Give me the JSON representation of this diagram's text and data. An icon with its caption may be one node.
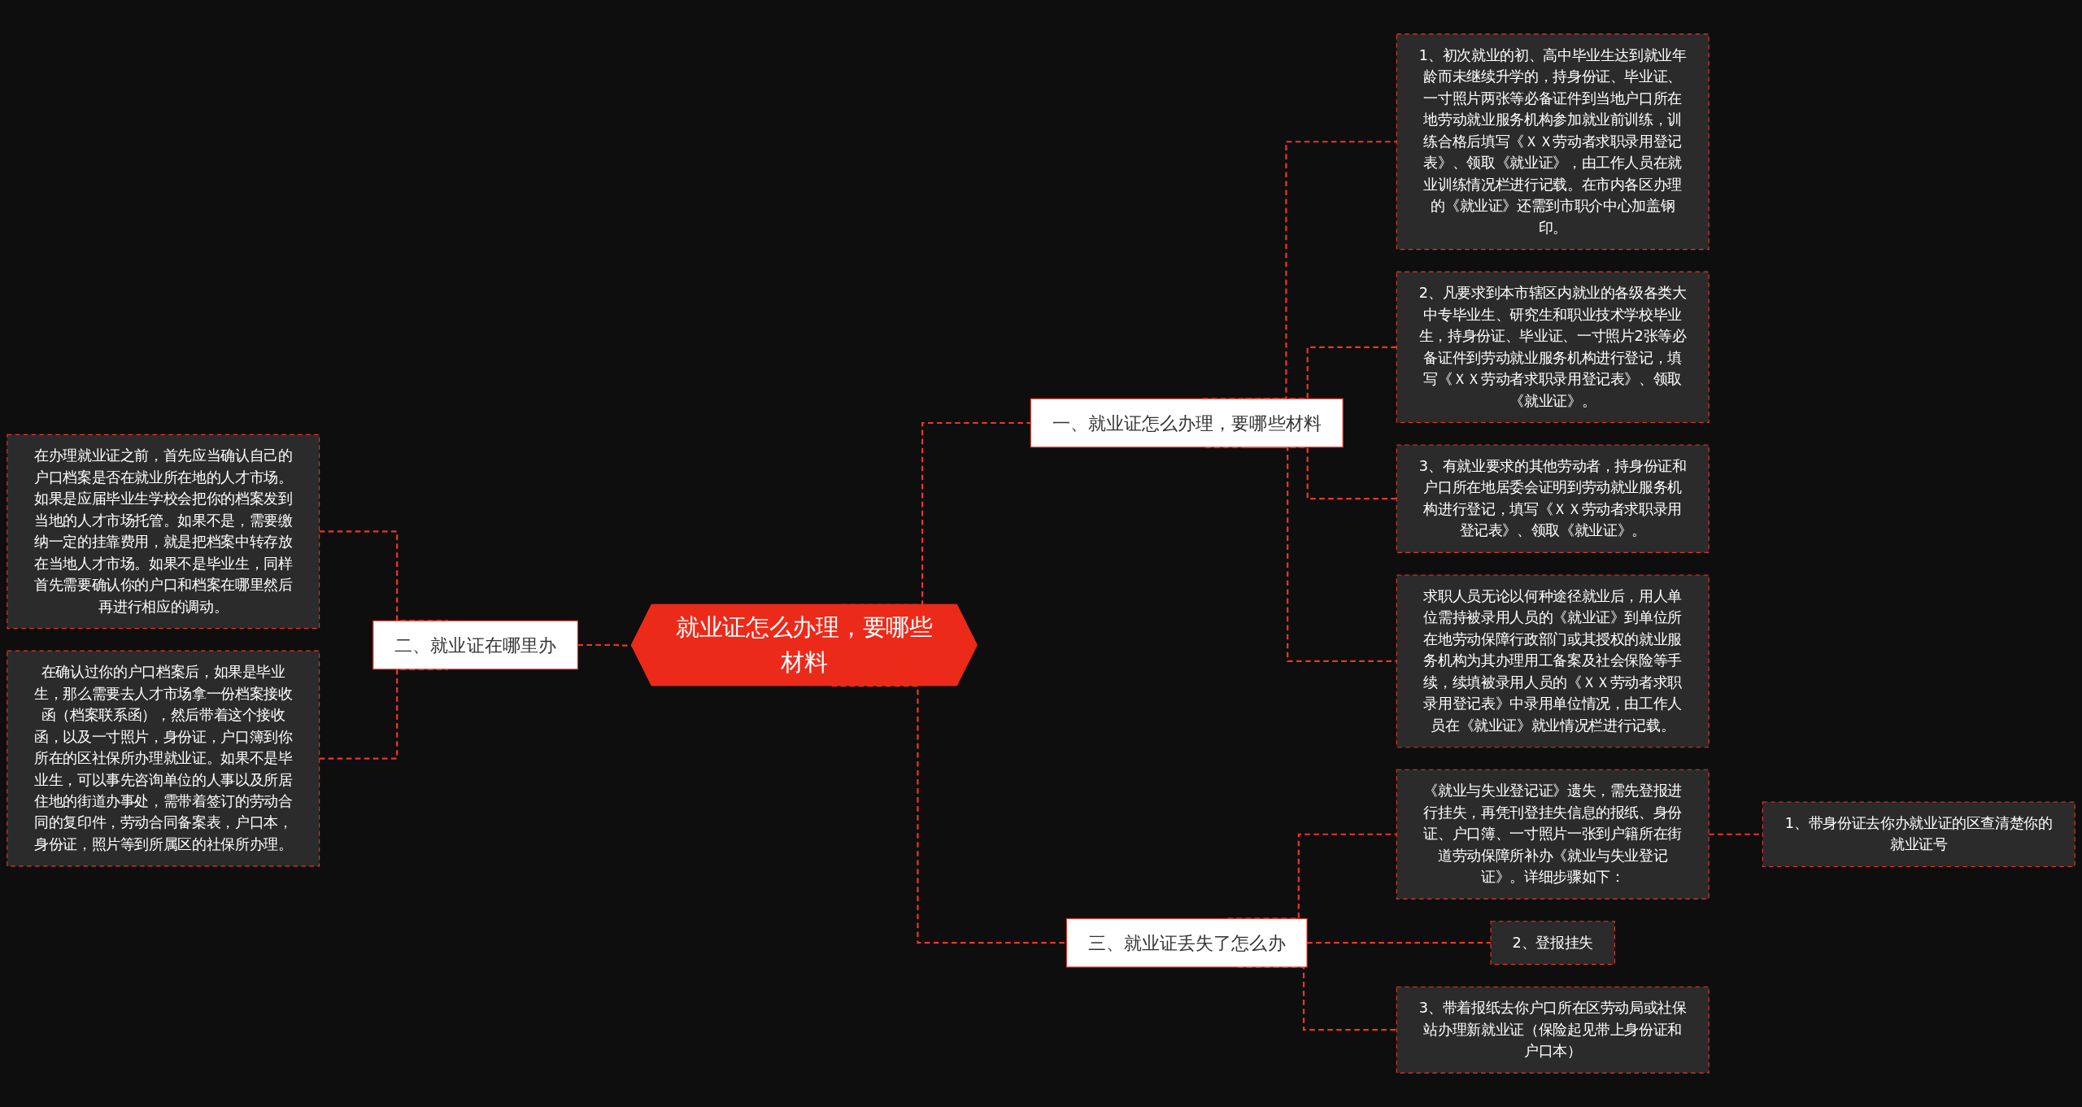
{
  "diagram": {
    "nodes": [
      {
        "text": [
          "就业证怎么办理，要哪些材料"
        ]
      },
      {
        "text": [
          "一、就业证怎么办理，要哪些材料"
        ]
      },
      {
        "text": [
          "1、初次就业的初、高中毕业生达到就业年龄而未继续升学的，持身份证、毕业证、一寸照片两张等必备证件到当地户口所在地劳动就业服务机构参加就业前训练，训练合格后填写《ＸＸ劳动者求职录用登记表》、领取《就业证》，由工作人员在就业训练情况栏进行记载。在市内各区办理的《就业证》还需到市职介中心加盖钢印。"
        ]
      },
      {
        "text": [
          "2、凡要求到本市辖区内就业的各级各类大中专毕业生、研究生和职业技术学校毕业生，持身份证、毕业证、一寸照片2张等必备证件到劳动就业服务机构进行登记，填写《ＸＸ劳动者求职录用登记表》、领取《就业证》。"
        ]
      },
      {
        "text": [
          "3、有就业要求的其他劳动者，持身份证和户口所在地居委会证明到劳动就业服务机构进行登记，填写《ＸＸ劳动者求职录用登记表》、领取《就业证》。"
        ]
      },
      {
        "text": [
          "求职人员无论以何种途径就业后，用人单位需持被录用人员的《就业证》到单位所在地劳动保障行政部门或其授权的就业服务机构为其办理用工备案及社会保险等手续，续填被录用人员的《ＸＸ劳动者求职录用登记表》中录用单位情况，由工作人员在《就业证》就业情况栏进行记载。"
        ]
      },
      {
        "text": [
          "二、就业证在哪里办"
        ]
      },
      {
        "text": [
          "在办理就业证之前，首先应当确认自己的户口档案是否在就业所在地的人才市场。如果是应届毕业生学校会把你的档案发到当地的人才市场托管。如果不是，需要缴纳一定的挂靠费用，就是把档案中转存放在当地人才市场。如果不是毕业生，同样首先需要确认你的户口和档案在哪里然后再进行相应的调动。"
        ]
      },
      {
        "text": [
          "在确认过你的户口档案后，如果是毕业生，那么需要去人才市场拿一份档案接收函（档案联系函），然后带着这个接收函，以及一寸照片，身份证，户口簿到你所在的区社保所办理就业证。如果不是毕业生，可以事先咨询单位的人事以及所居住地的街道办事处，需带着签订的劳动合同的复印件，劳动合同备案表，户口本，身份证，照片等到所属区的社保所办理。"
        ]
      },
      {
        "text": [
          "三、就业证丢失了怎么办"
        ]
      },
      {
        "text": [
          "《就业与失业登记证》遗失，需先登报进行挂失，再凭刊登挂失信息的报纸、身份证、户口簿、一寸照片一张到户籍所在街道劳动保障所补办《就业与失业登记证》。详细步骤如下："
        ]
      },
      {
        "text": [
          "1、带身份证去你办就业证的区查清楚你的就业证号"
        ]
      },
      {
        "text": [
          "2、登报挂失"
        ]
      },
      {
        "text": [
          "3、带着报纸去你户口所在区劳动局或社保站办理新就业证（保险起见带上身份证和户口本）"
        ]
      }
    ],
    "edges": [
      {
        "from": 0,
        "to": 1,
        "arrow": "none",
        "style": "dashed"
      },
      {
        "from": 1,
        "to": 2,
        "arrow": "none",
        "style": "dashed"
      },
      {
        "from": 1,
        "to": 3,
        "arrow": "none",
        "style": "dashed"
      },
      {
        "from": 1,
        "to": 4,
        "arrow": "none",
        "style": "dashed"
      },
      {
        "from": 1,
        "to": 5,
        "arrow": "none",
        "style": "dashed"
      },
      {
        "from": 0,
        "to": 6,
        "arrow": "none",
        "style": "dashed"
      },
      {
        "from": 6,
        "to": 7,
        "arrow": "none",
        "style": "dashed"
      },
      {
        "from": 6,
        "to": 8,
        "arrow": "none",
        "style": "dashed"
      },
      {
        "from": 0,
        "to": 9,
        "arrow": "none",
        "style": "dashed"
      },
      {
        "from": 9,
        "to": 10,
        "arrow": "none",
        "style": "dashed"
      },
      {
        "from": 10,
        "to": 11,
        "arrow": "none",
        "style": "dashed"
      },
      {
        "from": 9,
        "to": 12,
        "arrow": "none",
        "style": "dashed"
      },
      {
        "from": 9,
        "to": 13,
        "arrow": "none",
        "style": "dashed"
      }
    ]
  }
}
